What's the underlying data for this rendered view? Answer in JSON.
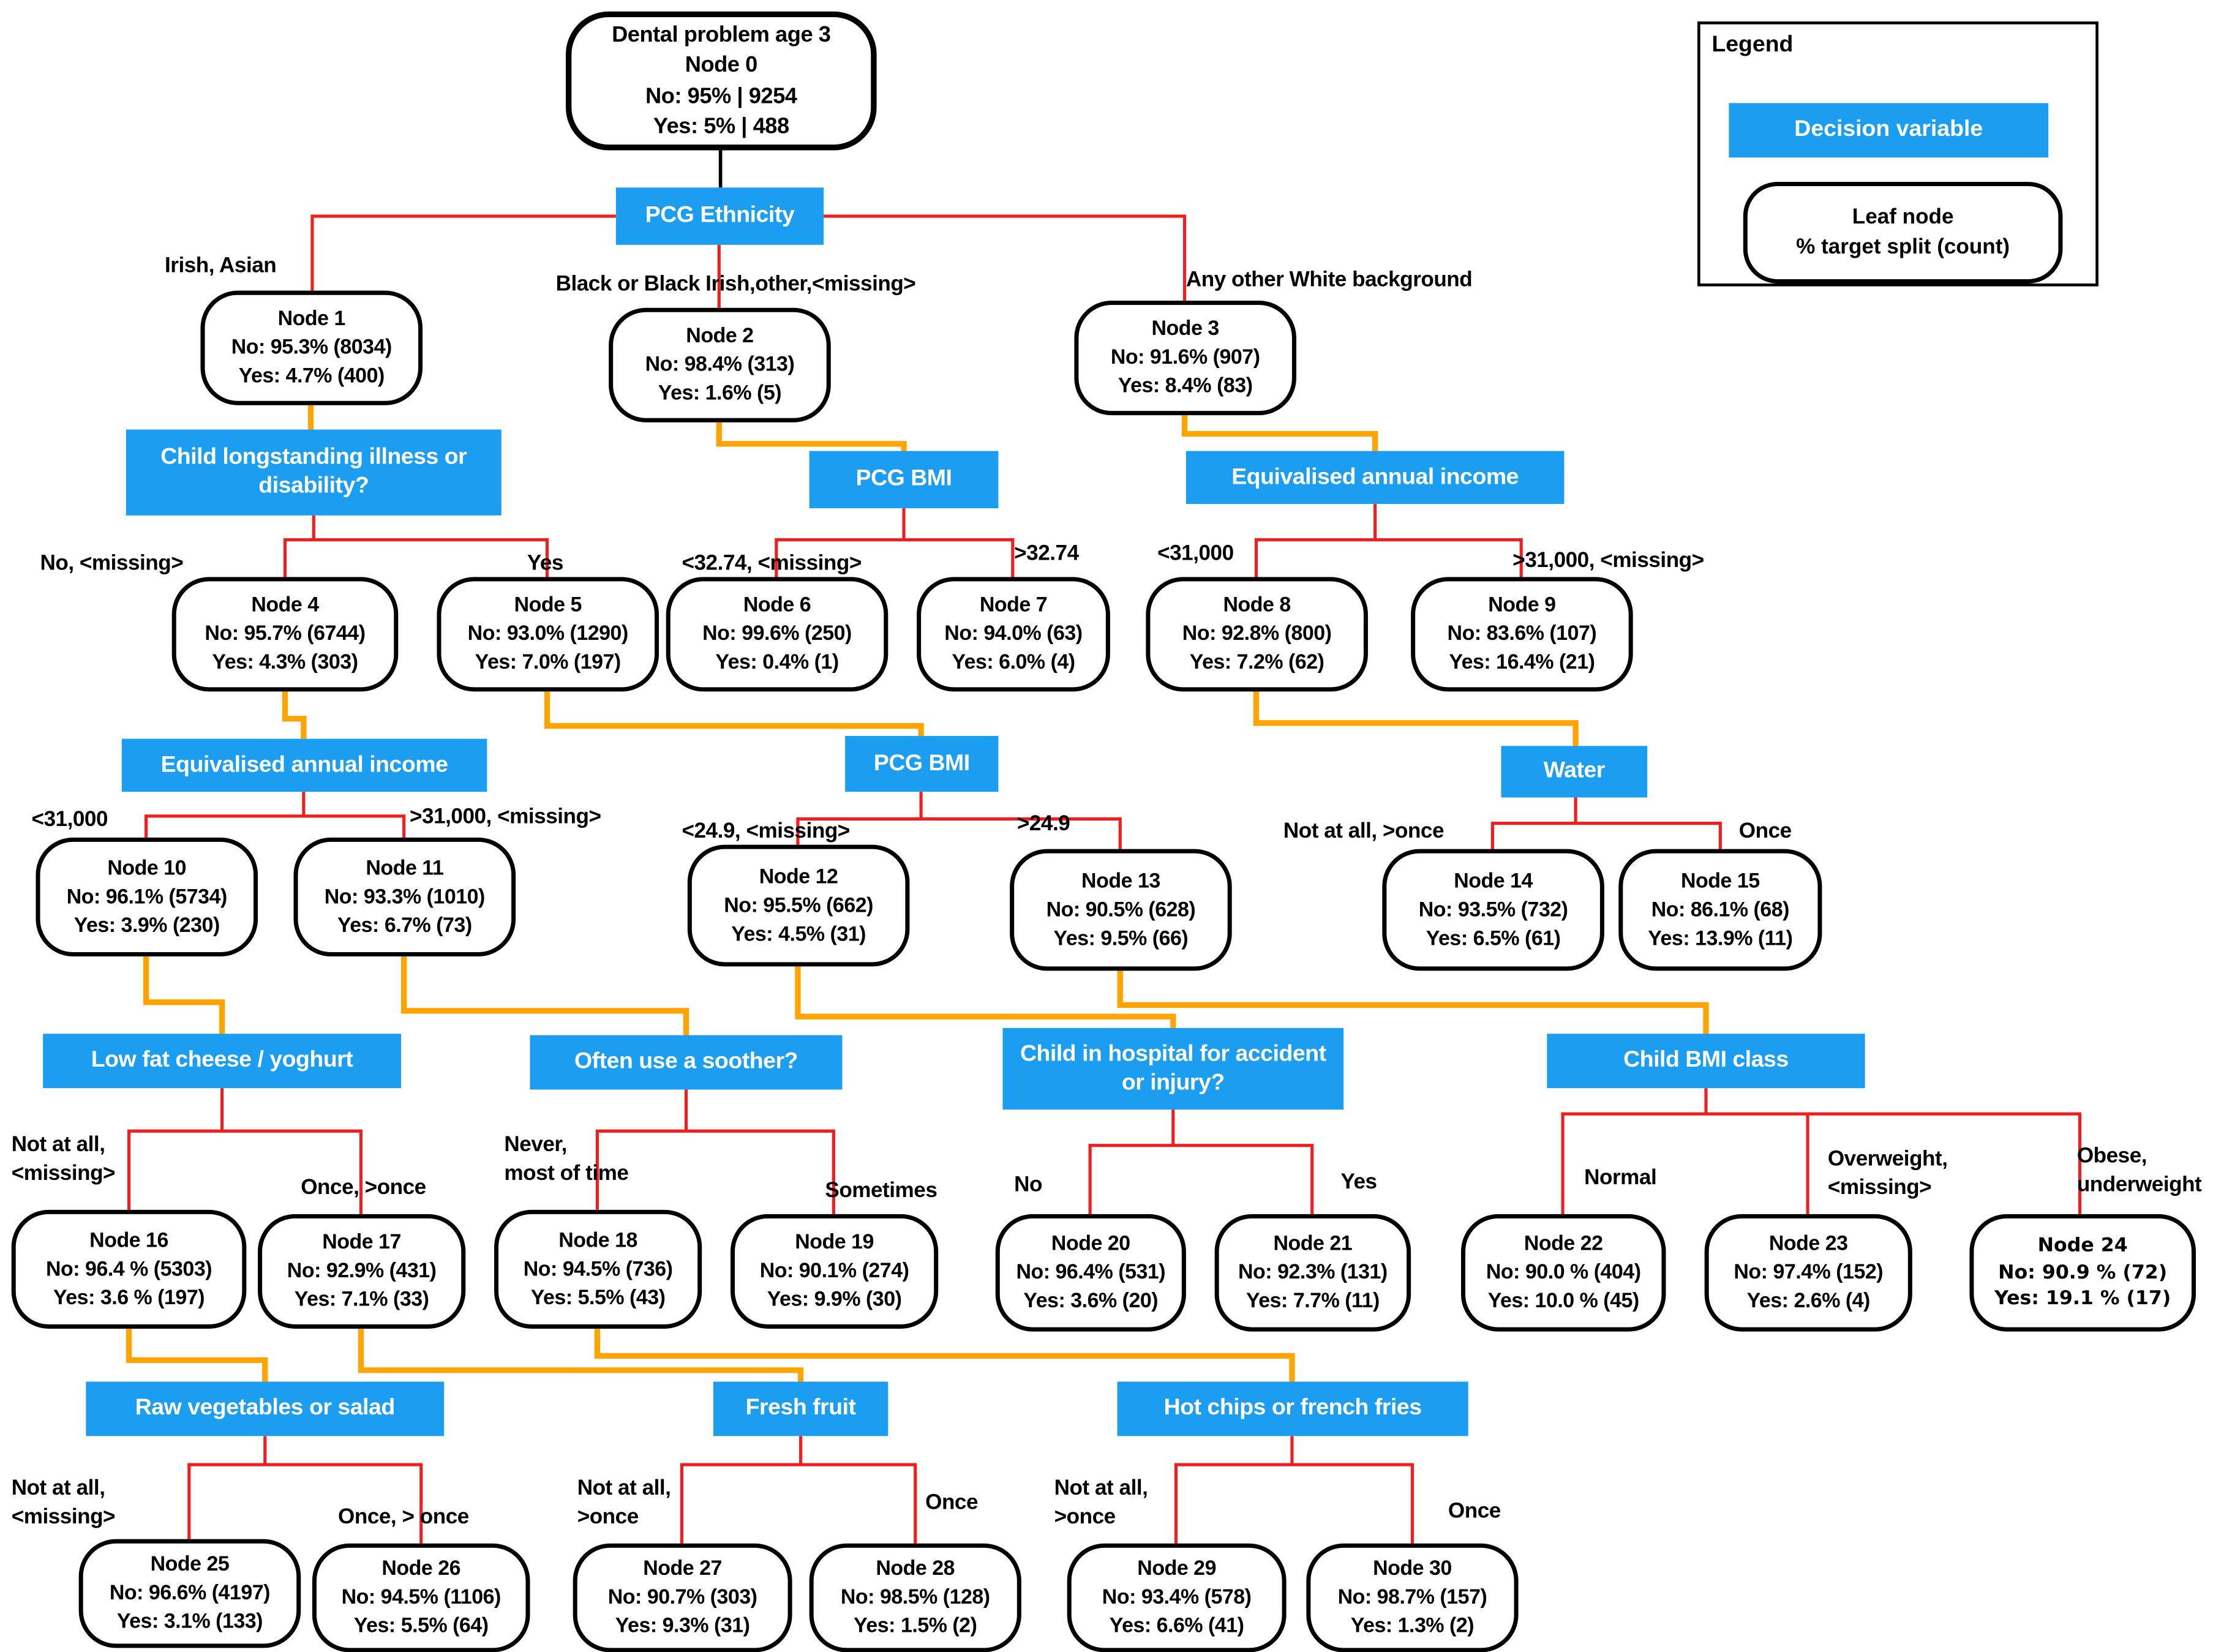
{
  "colors": {
    "decision_blue": "#1b9df1",
    "edge_red": "#f01e1e",
    "edge_orange": "#ffa402",
    "line_black": "#000000"
  },
  "legend": {
    "title": "Legend",
    "decision_label": "Decision variable",
    "leaf_line1": "Leaf node",
    "leaf_line2": "% target split (count)"
  },
  "decisions": {
    "ethnicity": "PCG Ethnicity",
    "illness": "Child longstanding illness or disability?",
    "pcg_bmi_1": "PCG BMI",
    "income_1": "Equivalised annual income",
    "income_2": "Equivalised annual income",
    "pcg_bmi_2": "PCG BMI",
    "water": "Water",
    "low_fat": "Low fat cheese / yoghurt",
    "soother": "Often use a soother?",
    "hospital": "Child in hospital for accident or injury?",
    "bmi_class": "Child BMI class",
    "raw_veg": "Raw vegetables or salad",
    "fresh_fruit": "Fresh fruit",
    "hot_chips": "Hot chips or french fries"
  },
  "edges": {
    "irish_asian": "Irish, Asian",
    "black_other": "Black or Black Irish,other,<missing>",
    "any_white": "Any other White background",
    "no_missing": "No, <missing>",
    "yes_ill": "Yes",
    "lt3274": "<32.74, <missing>",
    "gt3274": ">32.74",
    "lt31k_a": "<31,000",
    "gt31k_a": ">31,000, <missing>",
    "lt31k_b": "<31,000",
    "gt31k_b": ">31,000, <missing>",
    "lt249": "<24.9, <missing>",
    "gt249": ">24.9",
    "water_left": "Not at all, >once",
    "water_right": "Once",
    "lowfat_left": "Not at all,\n<missing>",
    "lowfat_right": "Once, >once",
    "soother_left": "Never,\nmost of time",
    "soother_right": "Sometimes",
    "hosp_no": "No",
    "hosp_yes": "Yes",
    "bmi_normal": "Normal",
    "bmi_over": "Overweight,\n<missing>",
    "bmi_obese": "Obese,\nunderweight",
    "rawveg_left": "Not at all,\n<missing>",
    "rawveg_right": "Once, > once",
    "fruit_left": "Not at all,\n>once",
    "fruit_right": "Once",
    "chips_left": "Not at all,\n>once",
    "chips_right": "Once"
  },
  "nodes": {
    "n0": {
      "title": "Dental problem age 3",
      "name": "Node 0",
      "no": "No: 95% | 9254",
      "yes": "Yes: 5% | 488"
    },
    "n1": {
      "name": "Node 1",
      "no": "No: 95.3% (8034)",
      "yes": "Yes: 4.7% (400)"
    },
    "n2": {
      "name": "Node 2",
      "no": "No: 98.4% (313)",
      "yes": "Yes: 1.6% (5)"
    },
    "n3": {
      "name": "Node 3",
      "no": "No: 91.6% (907)",
      "yes": "Yes: 8.4% (83)"
    },
    "n4": {
      "name": "Node 4",
      "no": "No: 95.7% (6744)",
      "yes": "Yes: 4.3% (303)"
    },
    "n5": {
      "name": "Node 5",
      "no": "No: 93.0% (1290)",
      "yes": "Yes: 7.0% (197)"
    },
    "n6": {
      "name": "Node 6",
      "no": "No: 99.6% (250)",
      "yes": "Yes: 0.4% (1)"
    },
    "n7": {
      "name": "Node 7",
      "no": "No: 94.0% (63)",
      "yes": "Yes: 6.0% (4)"
    },
    "n8": {
      "name": "Node 8",
      "no": "No: 92.8% (800)",
      "yes": "Yes: 7.2% (62)"
    },
    "n9": {
      "name": "Node 9",
      "no": "No: 83.6% (107)",
      "yes": "Yes: 16.4% (21)"
    },
    "n10": {
      "name": "Node 10",
      "no": "No: 96.1% (5734)",
      "yes": "Yes: 3.9% (230)"
    },
    "n11": {
      "name": "Node 11",
      "no": "No: 93.3% (1010)",
      "yes": "Yes: 6.7% (73)"
    },
    "n12": {
      "name": "Node 12",
      "no": "No: 95.5% (662)",
      "yes": "Yes: 4.5% (31)"
    },
    "n13": {
      "name": "Node 13",
      "no": "No: 90.5% (628)",
      "yes": "Yes: 9.5% (66)"
    },
    "n14": {
      "name": "Node 14",
      "no": "No: 93.5% (732)",
      "yes": "Yes: 6.5% (61)"
    },
    "n15": {
      "name": "Node 15",
      "no": "No: 86.1% (68)",
      "yes": "Yes: 13.9% (11)"
    },
    "n16": {
      "name": "Node 16",
      "no": "No: 96.4 % (5303)",
      "yes": "Yes: 3.6 % (197)"
    },
    "n17": {
      "name": "Node 17",
      "no": "No: 92.9% (431)",
      "yes": "Yes: 7.1% (33)"
    },
    "n18": {
      "name": "Node 18",
      "no": "No: 94.5% (736)",
      "yes": "Yes: 5.5% (43)"
    },
    "n19": {
      "name": "Node 19",
      "no": "No: 90.1% (274)",
      "yes": "Yes: 9.9% (30)"
    },
    "n20": {
      "name": "Node 20",
      "no": "No: 96.4% (531)",
      "yes": "Yes: 3.6% (20)"
    },
    "n21": {
      "name": "Node 21",
      "no": "No: 92.3% (131)",
      "yes": "Yes: 7.7% (11)"
    },
    "n22": {
      "name": "Node 22",
      "no": "No: 90.0 % (404)",
      "yes": "Yes: 10.0 % (45)"
    },
    "n23": {
      "name": "Node 23",
      "no": "No: 97.4% (152)",
      "yes": "Yes: 2.6% (4)"
    },
    "n24": {
      "name": "Node 24",
      "no": "No: 90.9 % (72)",
      "yes": "Yes: 19.1 % (17)"
    },
    "n25": {
      "name": "Node 25",
      "no": "No: 96.6% (4197)",
      "yes": "Yes: 3.1% (133)"
    },
    "n26": {
      "name": "Node 26",
      "no": "No: 94.5% (1106)",
      "yes": "Yes: 5.5% (64)"
    },
    "n27": {
      "name": "Node 27",
      "no": "No: 90.7% (303)",
      "yes": "Yes: 9.3% (31)"
    },
    "n28": {
      "name": "Node 28",
      "no": "No: 98.5% (128)",
      "yes": "Yes: 1.5% (2)"
    },
    "n29": {
      "name": "Node 29",
      "no": "No: 93.4% (578)",
      "yes": "Yes: 6.6% (41)"
    },
    "n30": {
      "name": "Node 30",
      "no": "No: 98.7% (157)",
      "yes": "Yes: 1.3% (2)"
    }
  }
}
